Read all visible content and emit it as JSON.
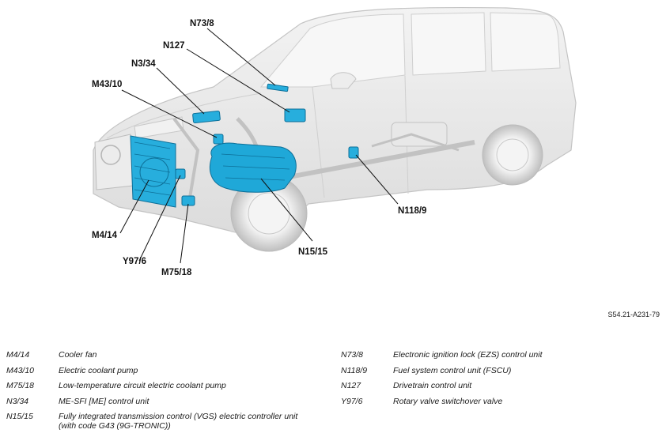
{
  "callouts": {
    "N73_8": "N73/8",
    "N127": "N127",
    "N3_34": "N3/34",
    "M43_10": "M43/10",
    "N118_9": "N118/9",
    "M4_14": "M4/14",
    "Y97_6": "Y97/6",
    "N15_15": "N15/15",
    "M75_18": "M75/18"
  },
  "reference_code": "S54.21-A231-79",
  "legend_left": [
    {
      "code": "M4/14",
      "desc": "Cooler fan"
    },
    {
      "code": "M43/10",
      "desc": "Electric coolant pump"
    },
    {
      "code": "M75/18",
      "desc": "Low-temperature circuit electric coolant pump"
    },
    {
      "code": "N3/34",
      "desc": "ME-SFI [ME] control unit"
    },
    {
      "code": "N15/15",
      "desc": "Fully integrated transmission control (VGS) electric controller unit",
      "desc2": "(with code G43 (9G-TRONIC))"
    }
  ],
  "legend_right": [
    {
      "code": "N73/8",
      "desc": "Electronic ignition lock (EZS) control unit"
    },
    {
      "code": "N118/9",
      "desc": "Fuel system control unit (FSCU)"
    },
    {
      "code": "N127",
      "desc": "Drivetrain control unit"
    },
    {
      "code": "Y97/6",
      "desc": "Rotary valve switchover valve"
    }
  ],
  "colors": {
    "component_highlight": "#1fa8d8",
    "vehicle_body": "#e6e6e6",
    "vehicle_outline": "#c4c4c4",
    "leader_line": "#111111"
  }
}
